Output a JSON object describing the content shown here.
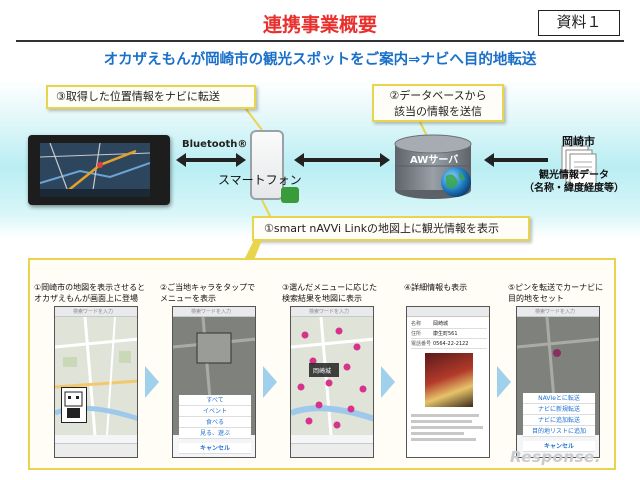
{
  "header": {
    "title": "連携事業概要",
    "badge": "資料１",
    "subtitle": "オカザえもんが岡崎市の観光スポットをご案内⇒ナビへ目的地転送"
  },
  "flow": {
    "callout_1": "③取得した位置情報をナビに転送",
    "callout_2_line1": "②データベースから",
    "callout_2_line2": "該当の情報を送信",
    "callout_3": "①smart nAVVi Linkの地図上に観光情報を表示",
    "bluetooth_label": "Bluetooth®",
    "smartphone_label": "スマートフォン",
    "server_label": "AWサーバ",
    "okazaki_label": "岡崎市",
    "data_label_line1": "観光情報データ",
    "data_label_line2": "（名称・緯度経度等）"
  },
  "steps": [
    {
      "line1": "①岡崎市の地図を表示させると",
      "line2": "オカザえもんが画面上に登場"
    },
    {
      "line1": "②ご当地キャラをタップで",
      "line2": "メニューを表示"
    },
    {
      "line1": "③選んだメニューに応じた",
      "line2": "検索結果を地図に表示"
    },
    {
      "line1": "④詳細情報も表示",
      "line2": ""
    },
    {
      "line1": "⑤ピンを転送でカーナビに",
      "line2": "目的地をセット"
    }
  ],
  "screens": {
    "search_placeholder": "検索ワードを入力",
    "menu_items": [
      "すべて",
      "イベント",
      "食べる",
      "見る、遊ぶ"
    ],
    "menu_cancel": "キャンセル",
    "map_pin_label": "岡崎城",
    "info_rows": [
      {
        "key": "名称",
        "value": "岡崎城"
      },
      {
        "key": "住所",
        "value": "康生町561"
      },
      {
        "key": "電話番号",
        "value": "0564-22-2122"
      }
    ],
    "transfer_items": [
      "NAVIeとに転送",
      "ナビに新規転送",
      "ナビに追加転送",
      "目的地リストに追加"
    ],
    "transfer_cancel": "キャンセル"
  },
  "watermark": "Response.",
  "colors": {
    "title": "#e8302d",
    "subtitle": "#1a6fc9",
    "callout_border": "#e8d44d",
    "arrow": "#9fd0ec",
    "band": "#b9eef3"
  }
}
